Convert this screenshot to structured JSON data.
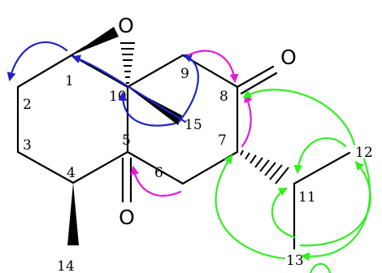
{
  "atom_labels": {
    "c1": "1",
    "c2": "2",
    "c3": "3",
    "c4": "4",
    "c5": "5",
    "c6": "6",
    "c7": "7",
    "c8": "8",
    "c9": "9",
    "c10": "10",
    "c11": "11",
    "c12": "12",
    "c13": "13",
    "c14": "14",
    "c15": "15"
  },
  "heteroatoms": {
    "epoxide_oxygen": "O",
    "ketone_c8_oxygen": "O",
    "ketone_c5_oxygen": "O"
  },
  "correlation_colors": {
    "blue": "#1f23c8",
    "magenta": "#e41ad7",
    "green": "#33ee22"
  }
}
